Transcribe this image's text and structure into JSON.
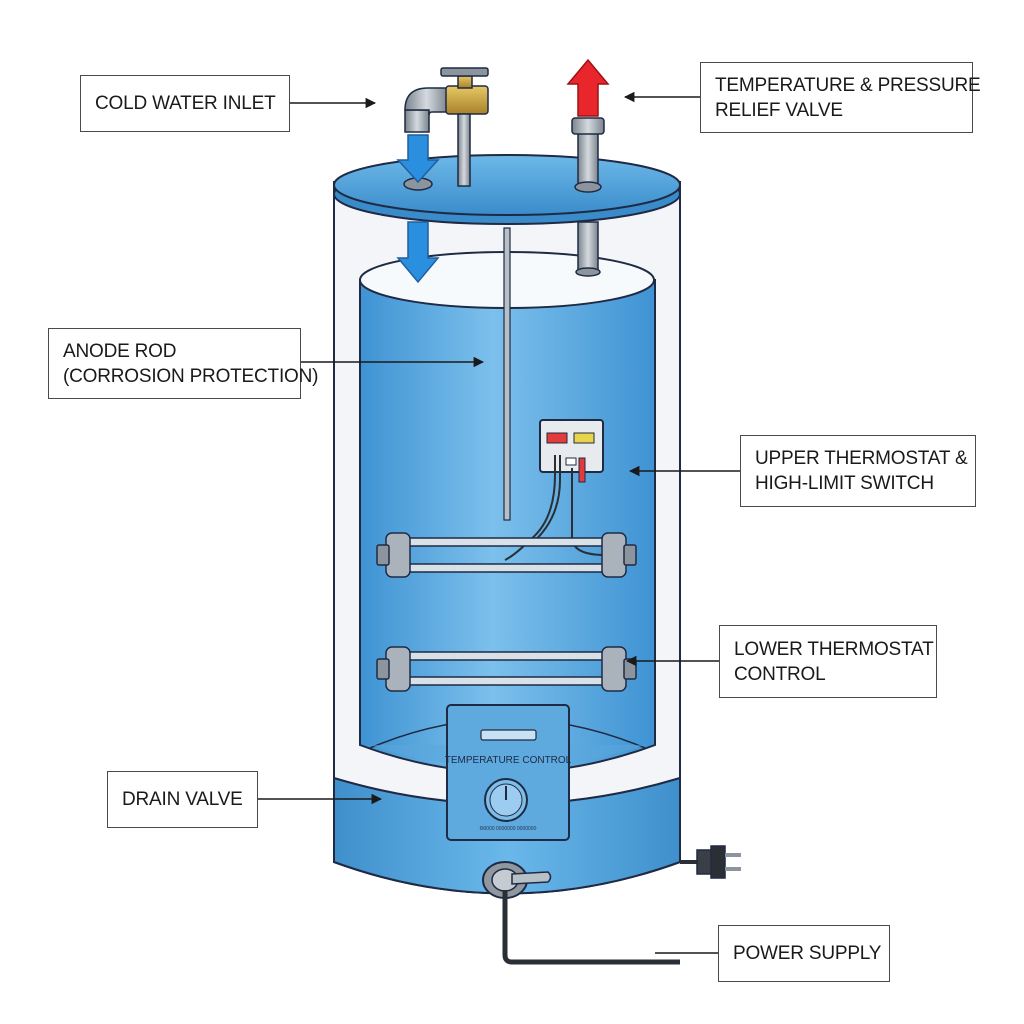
{
  "labels": {
    "cold_inlet": "COLD WATER INLET",
    "tp_relief_line1": "TEMPERATURE & PRESSURE",
    "tp_relief_line2": "RELIEF VALVE",
    "anode_line1": "ANODE ROD",
    "anode_line2": "(CORROSION PROTECTION)",
    "upper_line1": "UPPER THERMOSTAT &",
    "upper_line2": "HIGH-LIMIT SWITCH",
    "lower_line1": "LOWER THERMOSTAT",
    "lower_line2": "CONTROL",
    "drain": "DRAIN VALVE",
    "power": "POWER SUPPLY"
  },
  "control_panel": {
    "title": "TEMPERATURE CONTROL",
    "subtitle": "Ѳ0000 0000000 0000000"
  },
  "colors": {
    "tank_blue": "#4f9fd6",
    "shell_blue": "#5aaae0",
    "insulation": "#f4f6f8",
    "hot_arrow": "#e8262b",
    "cold_arrow": "#2b8fe0",
    "pipe_gray": "#9aa3ab",
    "brass": "#c9a53a",
    "outline": "#1f2a44"
  },
  "icons": {
    "cold_flow": "arrow-down-icon",
    "hot_flow": "arrow-up-icon",
    "faucet": "faucet-icon",
    "plug": "power-plug-icon",
    "dial": "dial-icon"
  }
}
